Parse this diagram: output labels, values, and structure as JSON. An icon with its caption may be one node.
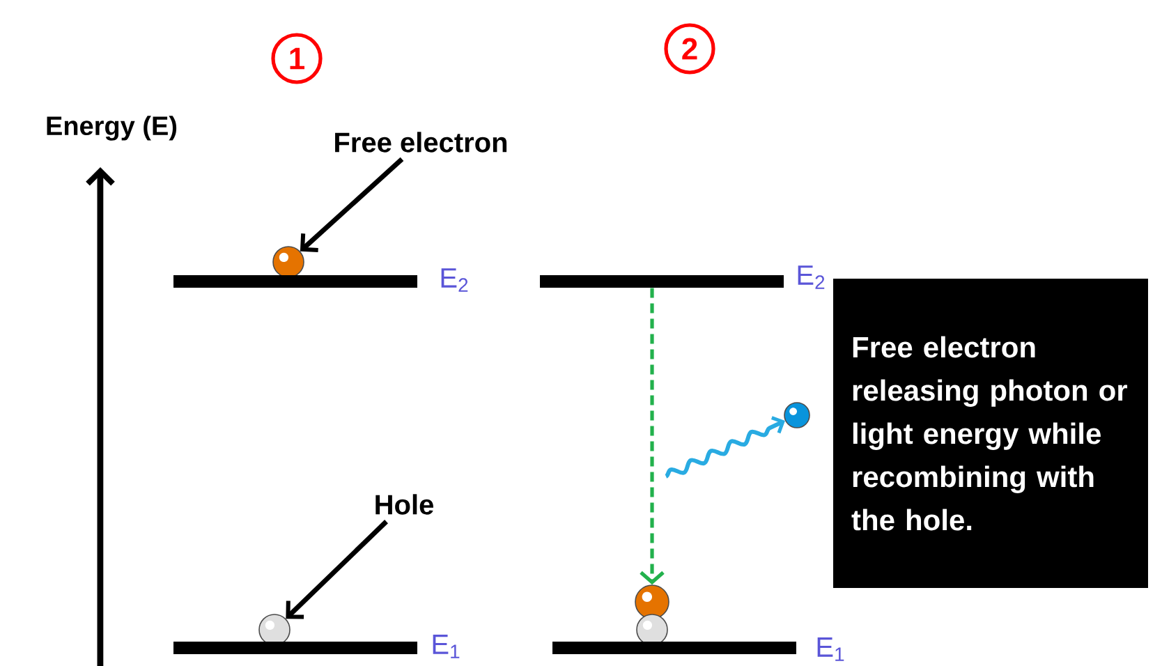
{
  "diagram": {
    "nodes": [
      {
        "text": [
          "Free electron"
        ]
      },
      {
        "text": [],
        "shape": "circle"
      },
      {
        "text": [],
        "shape": "bar"
      },
      {
        "text": [],
        "shape": "bar"
      },
      {
        "text": [
          "Free electron releasing photon or light energy while recombining with the hole."
        ]
      },
      {
        "text": [],
        "shape": "circle"
      },
      {
        "text": [
          "Hole"
        ]
      },
      {
        "text": [],
        "shape": "circle"
      },
      {
        "text": [],
        "shape": "circle"
      },
      {
        "text": [],
        "shape": "circle"
      },
      {
        "text": [],
        "shape": "bar"
      },
      {
        "text": [],
        "shape": "bar"
      }
    ],
    "edges": [
      {
        "from": 0,
        "to": 1,
        "arrow": "to"
      },
      {
        "from": 3,
        "to": 8,
        "arrow": "to",
        "style": "dashed",
        "color": "#22b14c"
      },
      {
        "from": null,
        "to": 5,
        "arrow": "to",
        "color": "#29abe2"
      },
      {
        "from": 6,
        "to": 7,
        "arrow": "to"
      }
    ],
    "labels": [
      "1",
      "2",
      "Energy (E)",
      "E$_{2}$",
      "E$_{2}$",
      "E$_{1}$",
      "E$_{1}$"
    ]
  }
}
